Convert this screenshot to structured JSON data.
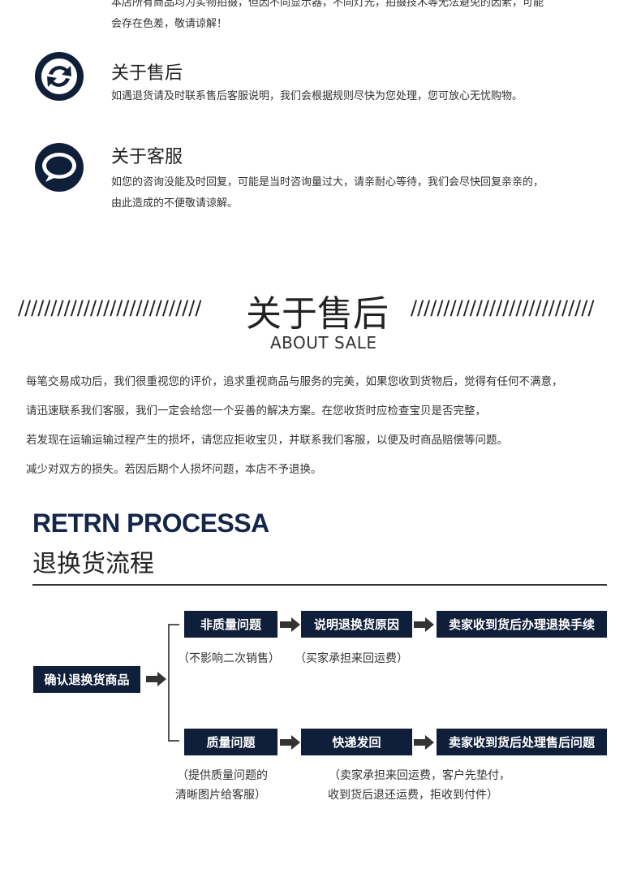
{
  "top_notice": {
    "line1": "本店所有商品均为实物拍摄，但因不同显示器，不同灯光，拍摄技术等无法避免的因素，可能",
    "line2": "会存在色差，敬请谅解！"
  },
  "after_sale_info": {
    "title": "关于售后",
    "text": "如遇退货请及时联系售后客服说明，我们会根据规则尽快为您处理，您可放心无忧购物。",
    "icon": "refresh-arrows-icon"
  },
  "service_info": {
    "title": "关于客服",
    "line1": "如您的咨询没能及时回复，可能是当时咨询量过大，请亲耐心等待，我们会尽快回复亲亲的，",
    "line2": "由此造成的不便敬请谅解。",
    "icon": "speech-bubble-icon"
  },
  "about_sale": {
    "slashes_left": "////////////////////////////",
    "title": "关于售后",
    "slashes_right": "////////////////////////////",
    "subtitle": "ABOUT SALE",
    "paragraphs": [
      "每笔交易成功后，我们很重视您的评价，追求重视商品与服务的完美，如果您收到货物后，觉得有任何不满意，",
      "请迅速联系我们客服，我们一定会给您一个妥善的解决方案。在您收货时应检查宝贝是否完整，",
      "若发现在运输运输过程产生的损坏，请您应拒收宝贝，并联系我们客服，以便及时商品赔偿等问题。",
      "减少对双方的损失。若因后期个人损坏问题，本店不予退换。"
    ]
  },
  "process": {
    "title_en": "RETRN PROCESSA",
    "title_cn": "退换货流程",
    "start": "确认退换货商品",
    "row1": {
      "step1": "非质量问题",
      "step2": "说明退换货原因",
      "step3": "卖家收到货后办理退换手续",
      "note1": "（不影响二次销售）",
      "note2": "（买家承担来回运费）"
    },
    "row2": {
      "step1": "质量问题",
      "step2": "快递发回",
      "step3": "卖家收到货后处理售后问题",
      "note1_line1": "（提供质量问题的",
      "note1_line2": "清晰图片给客服）",
      "note2_line1": "（卖家承担来回运费，客户先垫付，",
      "note2_line2": "收到货后退还运费，拒收到付件）"
    }
  },
  "colors": {
    "navy": "#0f1f3a",
    "title_navy": "#14264a"
  }
}
